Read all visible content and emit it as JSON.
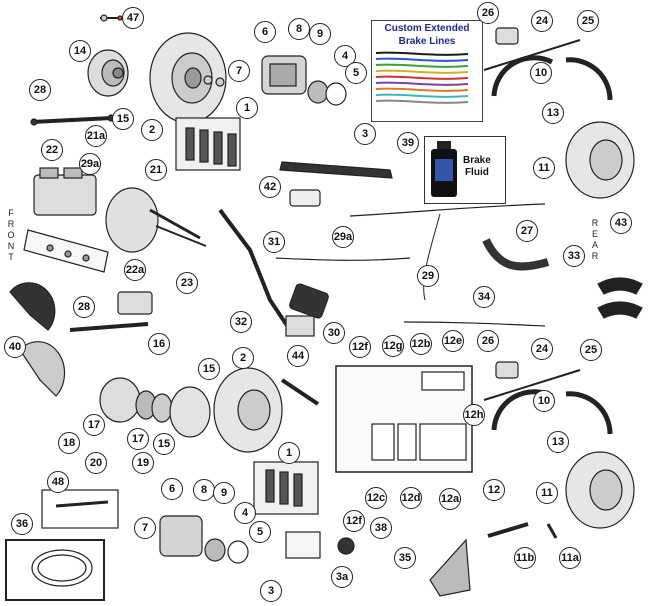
{
  "side_labels": {
    "front": "FRONT",
    "rear": "REAR"
  },
  "brake_lines_box": {
    "title_line1": "Custom Extended",
    "title_line2": "Brake Lines",
    "line_colors": [
      "#1b1b1b",
      "#2a56c8",
      "#3aa03a",
      "#d4b021",
      "#c33",
      "#7b3fb0",
      "#e07a1f",
      "#3cb6c4",
      "#888888"
    ]
  },
  "brake_fluid_box": {
    "label_line1": "Brake",
    "label_line2": "Fluid"
  },
  "callouts": [
    {
      "id": "c47",
      "label": "47"
    },
    {
      "id": "c14",
      "label": "14"
    },
    {
      "id": "c15a",
      "label": "15"
    },
    {
      "id": "c28a",
      "label": "28"
    },
    {
      "id": "c2a",
      "label": "2"
    },
    {
      "id": "c6a",
      "label": "6"
    },
    {
      "id": "c8a",
      "label": "8"
    },
    {
      "id": "c9a",
      "label": "9"
    },
    {
      "id": "c4a",
      "label": "4"
    },
    {
      "id": "c5a",
      "label": "5"
    },
    {
      "id": "c7a",
      "label": "7"
    },
    {
      "id": "c1a",
      "label": "1"
    },
    {
      "id": "c3a",
      "label": "3"
    },
    {
      "id": "c26a",
      "label": "26"
    },
    {
      "id": "c24a",
      "label": "24"
    },
    {
      "id": "c25a",
      "label": "25"
    },
    {
      "id": "c10a",
      "label": "10"
    },
    {
      "id": "c13a",
      "label": "13"
    },
    {
      "id": "c11a",
      "label": "11"
    },
    {
      "id": "c21a",
      "label": "21a"
    },
    {
      "id": "c22",
      "label": "22"
    },
    {
      "id": "c29a1",
      "label": "29a"
    },
    {
      "id": "c21",
      "label": "21"
    },
    {
      "id": "c39",
      "label": "39"
    },
    {
      "id": "c42",
      "label": "42"
    },
    {
      "id": "c31",
      "label": "31"
    },
    {
      "id": "c29a2",
      "label": "29a"
    },
    {
      "id": "c27",
      "label": "27"
    },
    {
      "id": "c43",
      "label": "43"
    },
    {
      "id": "c22a",
      "label": "22a"
    },
    {
      "id": "c23",
      "label": "23"
    },
    {
      "id": "c29",
      "label": "29"
    },
    {
      "id": "c33",
      "label": "33"
    },
    {
      "id": "c28b",
      "label": "28"
    },
    {
      "id": "c34",
      "label": "34"
    },
    {
      "id": "c32",
      "label": "32"
    },
    {
      "id": "c30",
      "label": "30"
    },
    {
      "id": "c40",
      "label": "40"
    },
    {
      "id": "c16",
      "label": "16"
    },
    {
      "id": "c2b",
      "label": "2"
    },
    {
      "id": "c44",
      "label": "44"
    },
    {
      "id": "c12f",
      "label": "12f"
    },
    {
      "id": "c12g",
      "label": "12g"
    },
    {
      "id": "c12b",
      "label": "12b"
    },
    {
      "id": "c12e",
      "label": "12e"
    },
    {
      "id": "c26b",
      "label": "26"
    },
    {
      "id": "c24b",
      "label": "24"
    },
    {
      "id": "c25b",
      "label": "25"
    },
    {
      "id": "c15b",
      "label": "15"
    },
    {
      "id": "c18",
      "label": "18"
    },
    {
      "id": "c17a",
      "label": "17"
    },
    {
      "id": "c17b",
      "label": "17"
    },
    {
      "id": "c15c",
      "label": "15"
    },
    {
      "id": "c20",
      "label": "20"
    },
    {
      "id": "c19",
      "label": "19"
    },
    {
      "id": "c10b",
      "label": "10"
    },
    {
      "id": "c12h",
      "label": "12h"
    },
    {
      "id": "c13b",
      "label": "13"
    },
    {
      "id": "c1b",
      "label": "1"
    },
    {
      "id": "c12c",
      "label": "12c"
    },
    {
      "id": "c12d",
      "label": "12d"
    },
    {
      "id": "c12a",
      "label": "12a"
    },
    {
      "id": "c12",
      "label": "12"
    },
    {
      "id": "c11b",
      "label": "11"
    },
    {
      "id": "c48",
      "label": "48"
    },
    {
      "id": "c6b",
      "label": "6"
    },
    {
      "id": "c8b",
      "label": "8"
    },
    {
      "id": "c9b",
      "label": "9"
    },
    {
      "id": "c4b",
      "label": "4"
    },
    {
      "id": "c7b",
      "label": "7"
    },
    {
      "id": "c5b",
      "label": "5"
    },
    {
      "id": "c12f2",
      "label": "12f"
    },
    {
      "id": "c38",
      "label": "38"
    },
    {
      "id": "c36",
      "label": "36"
    },
    {
      "id": "c3b",
      "label": "3"
    },
    {
      "id": "c3aa",
      "label": "3a"
    },
    {
      "id": "c35",
      "label": "35"
    },
    {
      "id": "c11bb",
      "label": "11b"
    },
    {
      "id": "c11aa",
      "label": "11a"
    }
  ]
}
